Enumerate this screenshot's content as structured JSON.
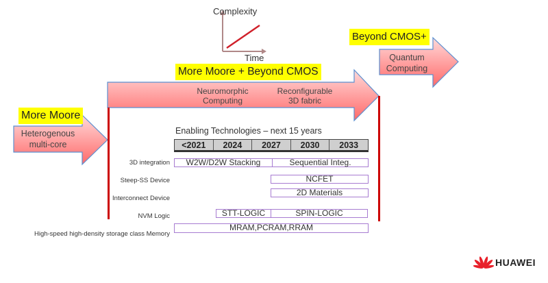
{
  "inset_graph": {
    "ylabel": "Complexity",
    "xlabel": "Time"
  },
  "stages": [
    {
      "label": "More Moore",
      "arrow_text": [
        "Heterogenous",
        "multi-core"
      ]
    },
    {
      "label": "More Moore + Beyond CMOS",
      "arrow_text_1": [
        "Neuromorphic",
        "Computing"
      ],
      "arrow_text_2": [
        "Reconfigurable",
        "3D fabric"
      ]
    },
    {
      "label": "Beyond CMOS+",
      "arrow_text": [
        "Quantum",
        "Computing"
      ]
    }
  ],
  "table": {
    "title": "Enabling Technologies – next 15  years",
    "years": [
      "<2021",
      "2024",
      "2027",
      "2030",
      "2033"
    ],
    "rows": [
      {
        "label": "3D integration",
        "items": [
          "W2W/D2W Stacking",
          "Sequential Integ."
        ]
      },
      {
        "label": "Steep-SS Device",
        "items": [
          "NCFET"
        ]
      },
      {
        "label": "Interconnect Device",
        "items": [
          "2D Materials"
        ]
      },
      {
        "label": "NVM Logic",
        "items": [
          "STT-LOGIC",
          "SPIN-LOGIC"
        ]
      },
      {
        "label": "High-speed high-density storage class Memory",
        "items": [
          "MRAM,PCRAM,RRAM"
        ]
      }
    ]
  },
  "colors": {
    "arrow_fill_top": "#ffd0d0",
    "arrow_fill_bottom": "#ff6b6b",
    "arrow_border": "#5b8fd0",
    "timeline_line": "#cc0000",
    "highlight": "#ffff00",
    "box_border": "#a77bd1"
  },
  "brand": {
    "name": "HUAWEI"
  }
}
